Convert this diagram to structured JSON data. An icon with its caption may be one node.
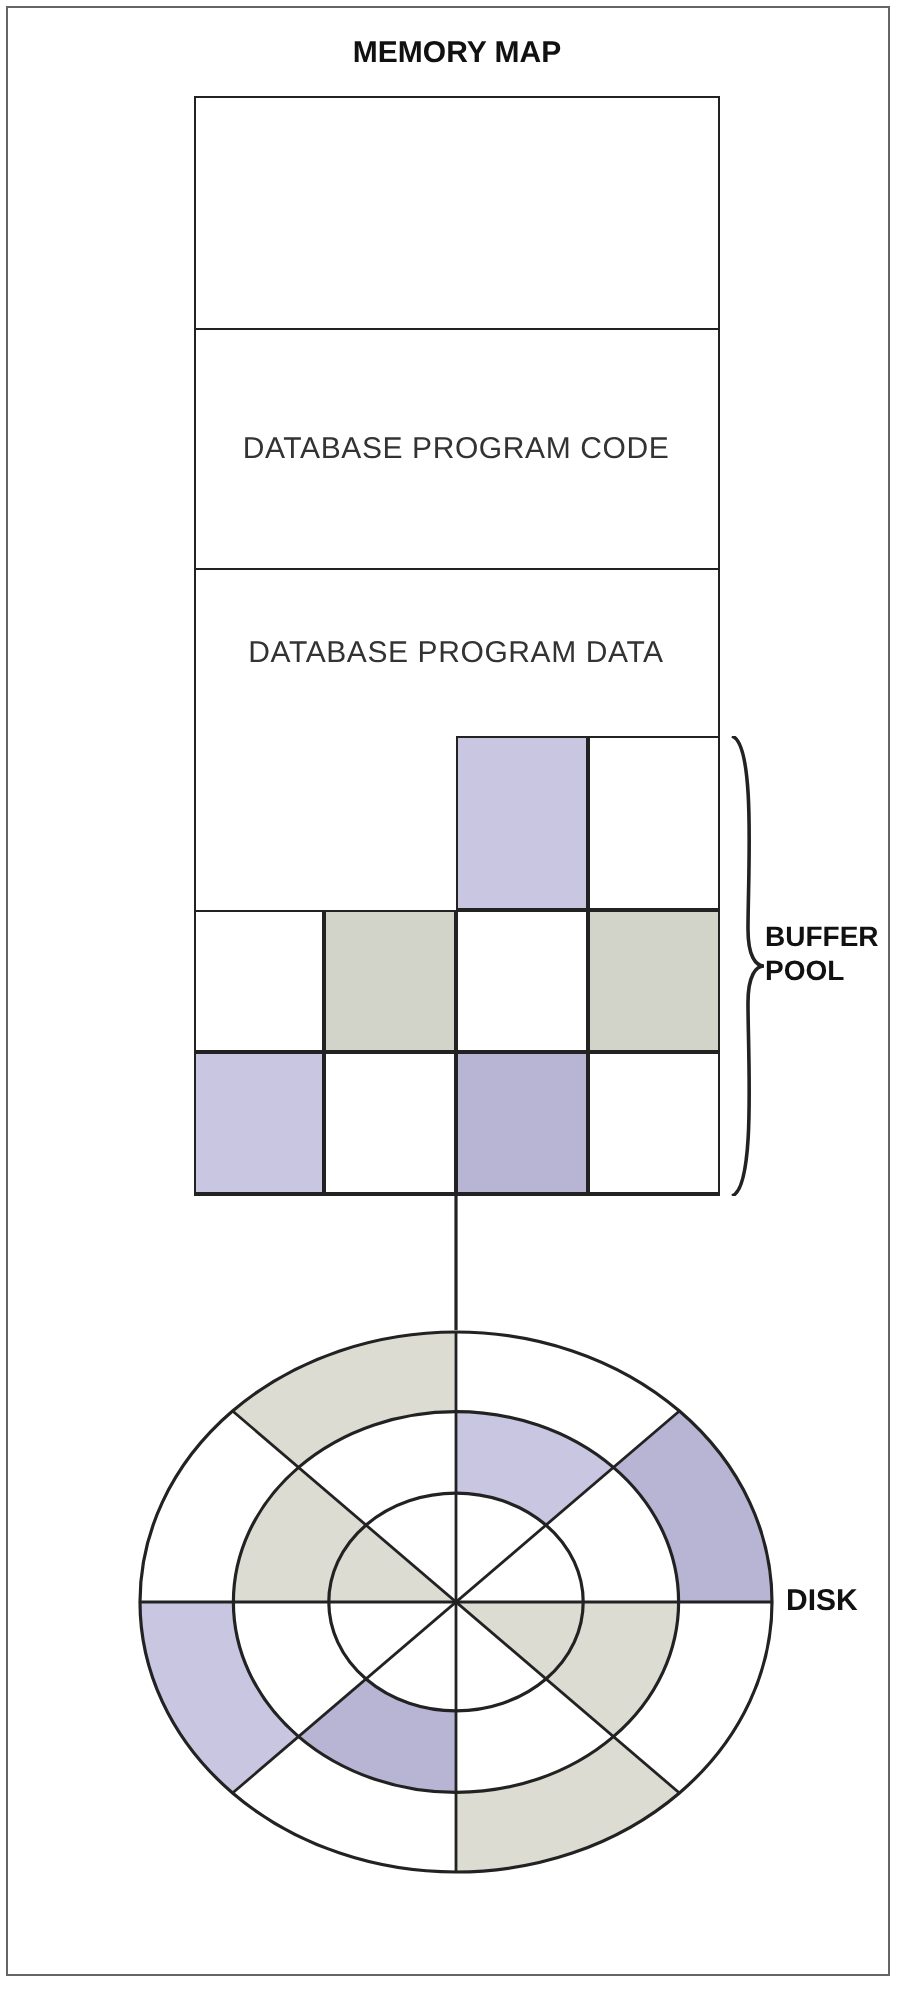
{
  "diagram": {
    "nodes": [
      {
        "text": [
          "MEMORY MAP"
        ]
      },
      {
        "text": [],
        "shape": "box",
        "in": 0
      },
      {
        "text": [
          "DATABASE PROGRAM CODE"
        ],
        "in": 0
      },
      {
        "text": [
          "DATABASE PROGRAM DATA"
        ],
        "in": 0
      },
      {
        "text": [],
        "shape": "box",
        "in": 0,
        "beside": [
          "BUFFER POOL"
        ]
      },
      {
        "text": [],
        "shape": "circle",
        "beside": [
          "DISK"
        ]
      }
    ],
    "edges": [
      {
        "from": 4,
        "to": 5,
        "arrow": "none"
      }
    ]
  }
}
